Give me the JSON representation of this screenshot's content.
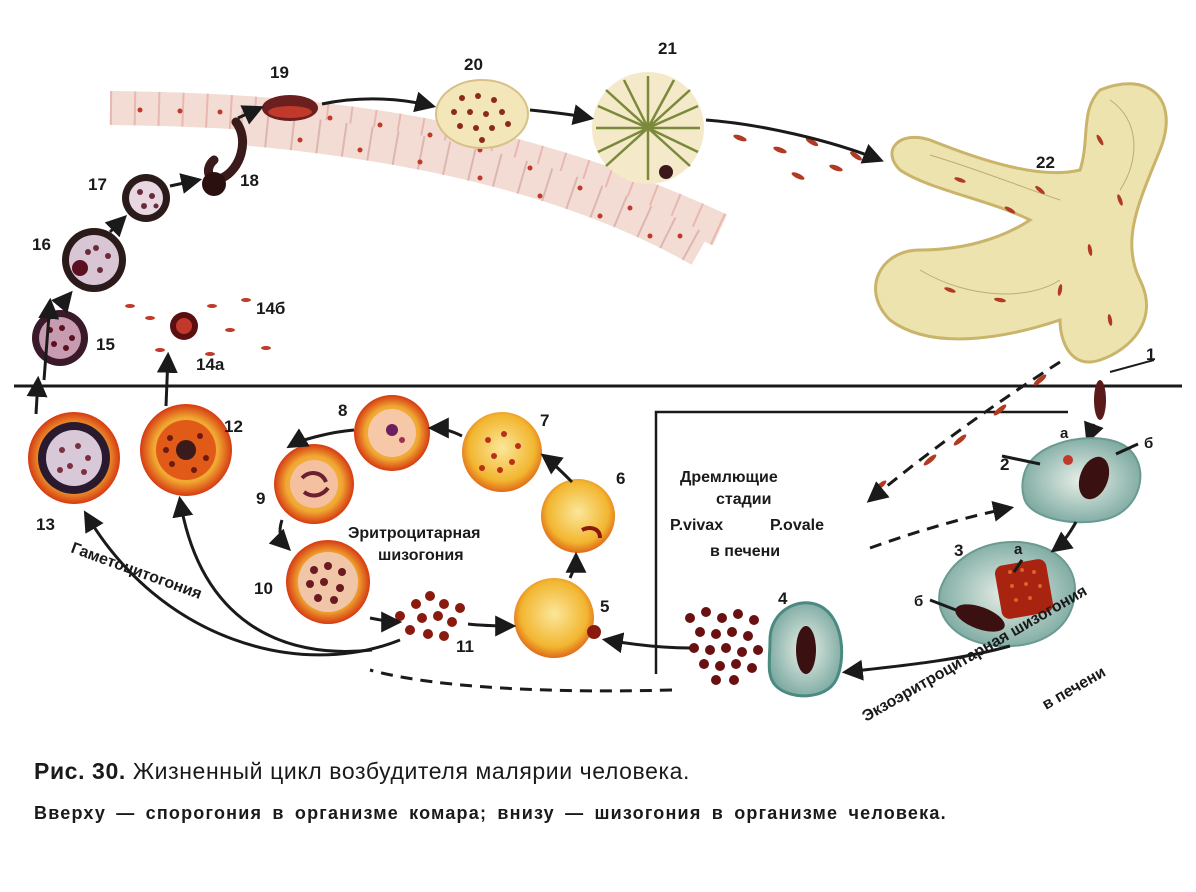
{
  "stage_numbers": {
    "s1": "1",
    "s2": "2",
    "s3": "3",
    "s4": "4",
    "s5": "5",
    "s6": "6",
    "s7": "7",
    "s8": "8",
    "s9": "9",
    "s10": "10",
    "s11": "11",
    "s12": "12",
    "s13": "13",
    "s14a": "14а",
    "s14b": "14б",
    "s15": "15",
    "s16": "16",
    "s17": "17",
    "s18": "18",
    "s19": "19",
    "s20": "20",
    "s21": "21",
    "s22": "22"
  },
  "sublabels": {
    "a": "а",
    "b": "б"
  },
  "annotations": {
    "erythro_1": "Эритроцитарная",
    "erythro_2": "шизогония",
    "dormant_1": "Дремлющие",
    "dormant_2": "стадии",
    "dormant_vivax": "P.vivax",
    "dormant_ovale": "P.ovale",
    "dormant_3": "в печени",
    "gametocyto": "Гаметоцитогония",
    "exo_1": "Экзоэритроцитарная шизогония",
    "exo_2": "в печени"
  },
  "caption": {
    "fig_label": "Рис. 30.",
    "title": "Жизненный цикл возбудителя малярии человека.",
    "subtitle": "Вверху — спорогония в организме комара; внизу — шизогония в организме человека."
  },
  "colors": {
    "rbc_outer": "#d63a12",
    "rbc_inner": "#f2b630",
    "rbc_light": "#f7d25a",
    "parasite": "#5a1a1a",
    "liver_cell": "#b8d4c8",
    "gut_cell": "#f3dcd4",
    "gland": "#e8d9a0",
    "ink": "#1a1a1a"
  }
}
